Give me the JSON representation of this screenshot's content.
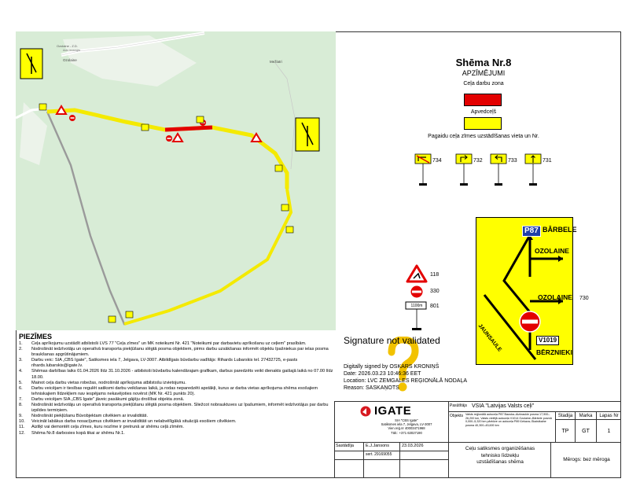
{
  "map": {
    "place_labels": [
      "Ozolaine",
      "Mežlatri",
      "Ozolaine - Z.D.",
      "Auto ievarajas"
    ],
    "colors": {
      "map_bg": "#d8ecd6",
      "road": "#e8e4a0",
      "route": "#f4ea00",
      "work_zone": "#e30000",
      "gravel_road": "#999999"
    }
  },
  "legend": {
    "title": "Shēma Nr.8",
    "subtitle": "APZĪMĒJUMI",
    "work_zone_label": "Ceļa darbu zona",
    "detour_label": "Apvedceļš",
    "sign_place_label": "Pagaidu ceļa zīmes uzstādīšanas vieta un Nr.",
    "work_zone_color": "#e30000",
    "detour_color": "#ffff00",
    "signs_row": [
      {
        "icon": "prohibited-turn-icon",
        "code": "734"
      },
      {
        "icon": "turn-right-arrow-icon",
        "code": "732"
      },
      {
        "icon": "turn-left-arrow-icon",
        "code": "733"
      },
      {
        "icon": "straight-arrow-icon",
        "code": "731"
      }
    ],
    "signs_col": [
      {
        "icon": "road-works-triangle-icon",
        "code": "118"
      },
      {
        "icon": "no-entry-icon",
        "code": "330"
      },
      {
        "icon": "distance-plate-icon",
        "code": "801",
        "plate_text": "1100m"
      }
    ]
  },
  "detour_sign": {
    "code": "730",
    "bg_color": "#ffff00",
    "route_badge": "P87",
    "dest_top": "BĀRBELE",
    "dest_upper": "OZOLAINE",
    "dest_mid": "OZOLAINE",
    "street": "JAUNSAULE",
    "road_badge": "V1019",
    "dest_bottom": "BĒRZNIEKI"
  },
  "notes": {
    "heading": "PIEZĪMES",
    "items": [
      {
        "n": "1.",
        "t": "Ceļa aprīkojumu uzstādīt atbilstoši LVS 77 \"Ceļa zīmes\" un MK noteikumi Nr. 421 \"Noteikumi par darbavietu aprīkošanu uz ceļiem\" prasībām."
      },
      {
        "n": "2.",
        "t": "Nodrošināt iedzīvotāju un operatīvā transporta piekļūšanu slēgtā posma objektiem, pirms darbu uzsākšanas informēt objektu īpašniekus par ielas posma braukšanas apgrūtinājumiem."
      },
      {
        "n": "3.",
        "t": "Darbu veic: SIA „CBS Igate\", Satiksmes iela 7, Jelgava, LV-3007. Atbildīgais būvdarbu vadītājs: Rihards Lubarskis tel. 27432725, e-pasts rihards.lubarskis@igate.lv."
      },
      {
        "n": "4.",
        "t": "Shēmas darbības laiks 01.04.2026 līdz 31.10.2026 - atbilstoši būvdarbu kalendārajam grafikam, darbus paredzēts veikt dienakts gaišajā laikā no 07.00 līdz 18.00."
      },
      {
        "n": "5.",
        "t": "Mainot ceļa darbu vietas robežas, nodrošināt aprīkojuma atbilstošu izvietojumu."
      },
      {
        "n": "6.",
        "t": "Darbu veicējam ir tiesības regulēt satiksmi darbu veikšanas laikā, ja rodas neparedzēti apstākļi, kurus ar darba vietas aprīkojuma shēma esošajiem tehniskajiem līdzekļiem nav iespējams nekavējoties novērst (MK Nr. 421 punkts 20)."
      },
      {
        "n": "7.",
        "t": "Darbu veicējam SIA „CBS Igate\" jāveic pasākumi gājēju drošībai objekta zonā."
      },
      {
        "n": "8.",
        "t": "Nodrošināt iedzīvotāju un operatīvā transporta piekļūšanu slēgtā posma objektiem. Sliežcot nobrauktuves uz īpašumiem, informēt iedzīvotājus par darbu izpildes termiņiem."
      },
      {
        "n": "9.",
        "t": "Nodrošināt piekļūšanu Būvobjektam cilvēkiem ar invaliditāti."
      },
      {
        "n": "10.",
        "t": "Veicināt labākus darba nosacījumus cilvēkiem ar invaliditāti un nelabvēlīgākā situācijā esošiem cilvēkiem."
      },
      {
        "n": "11.",
        "t": "Aizliķt vai demontēt ceļa zīmes, kuru nozīme ir pretrunā ar shēmu ceļā zīmēm."
      },
      {
        "n": "12.",
        "t": "Shēma Nr.8 darbosies kopā tikai ar shēmu Nr.1."
      }
    ]
  },
  "signature": {
    "status": "Signature not validated",
    "signed_by": "Digitally signed by OSKARS KRONIŅŠ",
    "date": "Date: 2026.03.23 10:46:36 EET",
    "location": "Location: LVC ZEMGALES REĢIONĀLĀ NODAĻA",
    "reason": "Reason: SASKAŅOTS"
  },
  "title_block": {
    "company": "IGATE",
    "company_lines": [
      "SIA \"CBS Igate\"",
      "Satiksmes iela 7, Jelgava, LV-3007",
      "Vien.reģ.nr 40003471968",
      "Tālr.: +371 63027190"
    ],
    "client_label": "Pasūtītājs",
    "client": "VSIA \"Latvijas Valsts ceļi\"",
    "object_label": "Objekts",
    "object_text": "Valsts reģionālā autoceļa P87 Bauska–Aizkraukle posma 17,900–26,200 km, Valsts vietējā autoceļa V1014 Ozolaine–Bārbele posmā 0,000–5,320 km pārbūve un autoceļa P89 Ķekava–Skaistkalne posma 40,300–45,600 km",
    "stage_label": "Stadija",
    "brand_label": "Marka",
    "sheet_label": "Lapas Nr",
    "stage": "TP",
    "brand": "GT",
    "sheet": "1",
    "prepared_label": "Sastādīja",
    "prepared_by": "E.J.Jansons",
    "prepared_date": "23.03.2026",
    "cert_label": "sert.",
    "cert_no": "29169055",
    "drawing_title_1": "Ceļu satiksmes organizēšanas",
    "drawing_title_2": "tehnisko līdzekļu",
    "drawing_title_3": "uzstādīšanas shēma",
    "scale": "Mērogs: bez mēroga"
  }
}
